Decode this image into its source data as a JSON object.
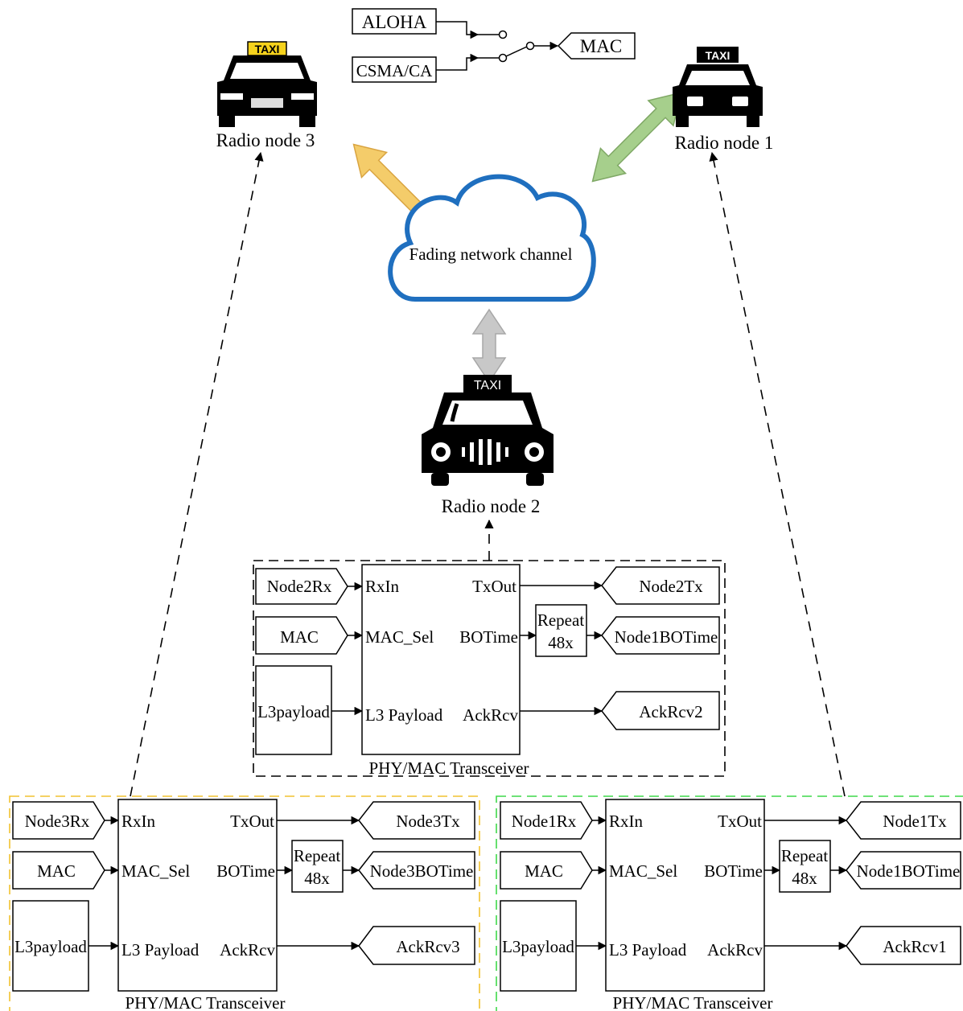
{
  "mac_selector": {
    "options": [
      "ALOHA",
      "CSMA/CA"
    ],
    "output": "MAC"
  },
  "nodes": {
    "node3": {
      "label": "Radio node 3",
      "sign": "TAXI"
    },
    "node1": {
      "label": "Radio node 1",
      "sign": "TAXI"
    },
    "node2": {
      "label": "Radio node 2",
      "sign": "TAXI"
    }
  },
  "channel": {
    "label": "Fading network channel"
  },
  "colors": {
    "node3_link": "#f4cc6a",
    "node1_link": "#a6cf8c",
    "node2_link": "#c8c8c8",
    "cloud_stroke": "#1f6fbf",
    "node3_frame": "#f2c230",
    "node1_frame": "#3fd84a",
    "taxi_sign_yellow": "#f5d21c"
  },
  "transceivers": {
    "node2": {
      "title": "PHY/MAC Transceiver",
      "inputs": {
        "rx": "Node2Rx",
        "mac": "MAC",
        "payload": "L3payload"
      },
      "ports": {
        "rxin": "RxIn",
        "txout": "TxOut",
        "macsel": "MAC_Sel",
        "botime": "BOTime",
        "l3": "L3 Payload",
        "ackrcv": "AckRcv"
      },
      "repeat": {
        "line1": "Repeat",
        "line2": "48x"
      },
      "outputs": {
        "tx": "Node2Tx",
        "bo": "Node1BOTime",
        "ack": "AckRcv2"
      }
    },
    "node3": {
      "title": "PHY/MAC Transceiver",
      "inputs": {
        "rx": "Node3Rx",
        "mac": "MAC",
        "payload": "L3payload"
      },
      "ports": {
        "rxin": "RxIn",
        "txout": "TxOut",
        "macsel": "MAC_Sel",
        "botime": "BOTime",
        "l3": "L3 Payload",
        "ackrcv": "AckRcv"
      },
      "repeat": {
        "line1": "Repeat",
        "line2": "48x"
      },
      "outputs": {
        "tx": "Node3Tx",
        "bo": "Node3BOTime",
        "ack": "AckRcv3"
      }
    },
    "node1": {
      "title": "PHY/MAC Transceiver",
      "inputs": {
        "rx": "Node1Rx",
        "mac": "MAC",
        "payload": "L3payload"
      },
      "ports": {
        "rxin": "RxIn",
        "txout": "TxOut",
        "macsel": "MAC_Sel",
        "botime": "BOTime",
        "l3": "L3 Payload",
        "ackrcv": "AckRcv"
      },
      "repeat": {
        "line1": "Repeat",
        "line2": "48x"
      },
      "outputs": {
        "tx": "Node1Tx",
        "bo": "Node1BOTime",
        "ack": "AckRcv1"
      }
    }
  }
}
